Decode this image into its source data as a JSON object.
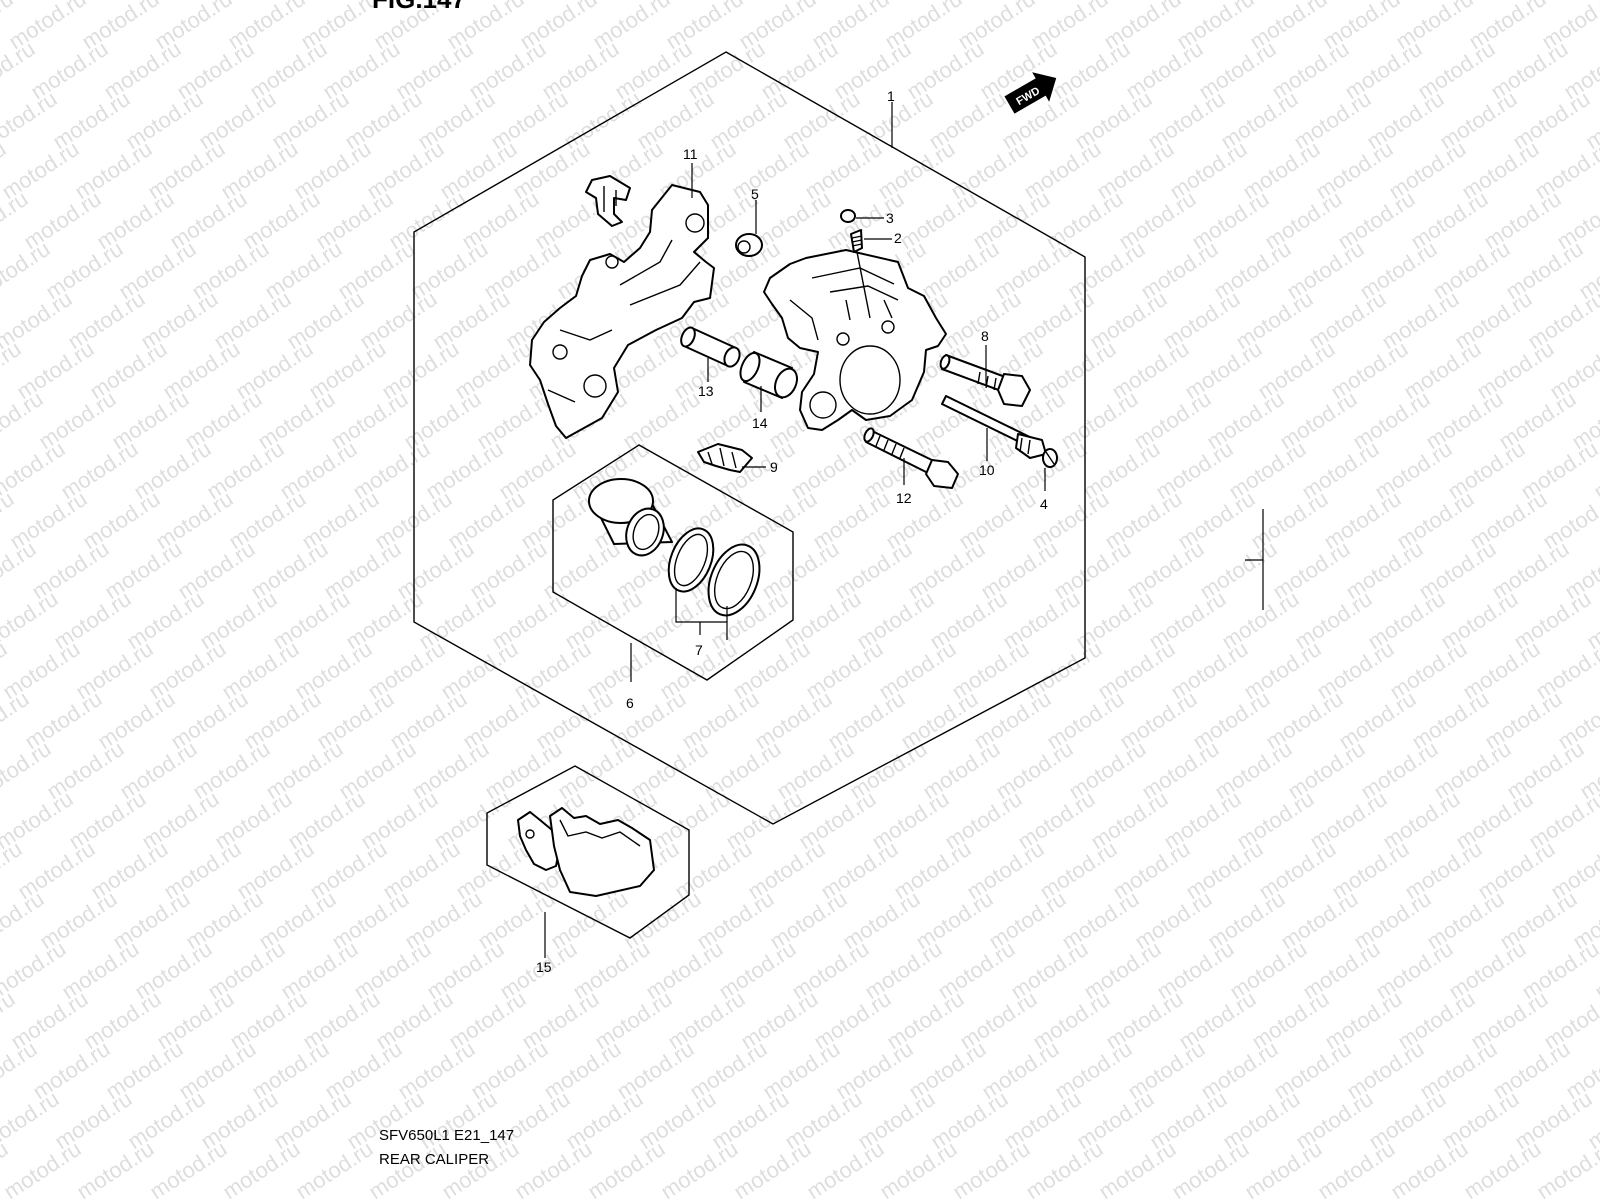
{
  "figure_label": "FIG.147",
  "watermark": "motod.ru",
  "fwd_label": "FWD",
  "callouts": [
    {
      "id": "c1",
      "label": "1"
    },
    {
      "id": "c2",
      "label": "2"
    },
    {
      "id": "c3",
      "label": "3"
    },
    {
      "id": "c4",
      "label": "4"
    },
    {
      "id": "c5",
      "label": "5"
    },
    {
      "id": "c6",
      "label": "6"
    },
    {
      "id": "c7",
      "label": "7"
    },
    {
      "id": "c8",
      "label": "8"
    },
    {
      "id": "c9",
      "label": "9"
    },
    {
      "id": "c10",
      "label": "10"
    },
    {
      "id": "c11",
      "label": "11"
    },
    {
      "id": "c12",
      "label": "12"
    },
    {
      "id": "c13",
      "label": "13"
    },
    {
      "id": "c14",
      "label": "14"
    },
    {
      "id": "c15",
      "label": "15"
    }
  ],
  "caption": {
    "model_code": "SFV650L1 E21_147",
    "title": "REAR CALIPER"
  }
}
